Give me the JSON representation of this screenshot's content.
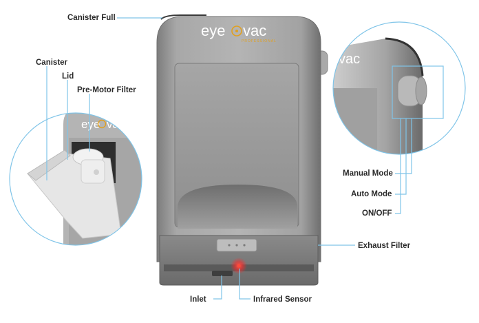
{
  "brand": {
    "logo_left": "eye",
    "logo_right": "vac",
    "logo_sub": "PROFESSIONAL",
    "logo_color": "#ffffff",
    "accent_color": "#e0a020"
  },
  "labels": {
    "canister_full": "Canister Full",
    "canister": "Canister",
    "lid": "Lid",
    "pre_motor_filter": "Pre-Motor Filter",
    "manual_mode": "Manual Mode",
    "auto_mode": "Auto Mode",
    "on_off": "ON/OFF",
    "exhaust_filter": "Exhaust Filter",
    "inlet": "Inlet",
    "infrared_sensor": "Infrared Sensor"
  },
  "colors": {
    "leader_line": "#7fc4e8",
    "body_gray": "#9a9a9a",
    "sensor_red": "#ff3030"
  },
  "icons": {
    "status_light": "status-light-icon",
    "sensor": "infrared-sensor-icon"
  }
}
